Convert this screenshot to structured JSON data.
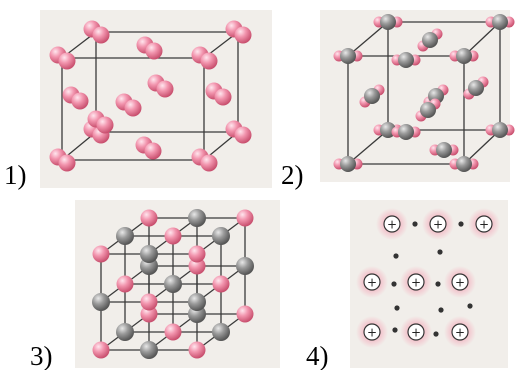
{
  "labels": [
    "1)",
    "2)",
    "3)",
    "4)"
  ],
  "colors": {
    "pink_atom": "#ee7e9c",
    "gray_atom": "#8a8a8a",
    "panel_bg": "#f1eeea",
    "edge": "#3a3a3a",
    "electron": "#333333",
    "ion_glow": "#f3c2cb"
  },
  "structures": [
    {
      "id": 1,
      "description_icon": "molecular-crystal-diatomic-lattice-icon"
    },
    {
      "id": 2,
      "description_icon": "molecular-crystal-triatomic-lattice-icon"
    },
    {
      "id": 3,
      "description_icon": "ionic-crystal-lattice-icon"
    },
    {
      "id": 4,
      "description_icon": "metallic-lattice-ions-electrons-icon"
    }
  ],
  "ion_symbol": "+"
}
